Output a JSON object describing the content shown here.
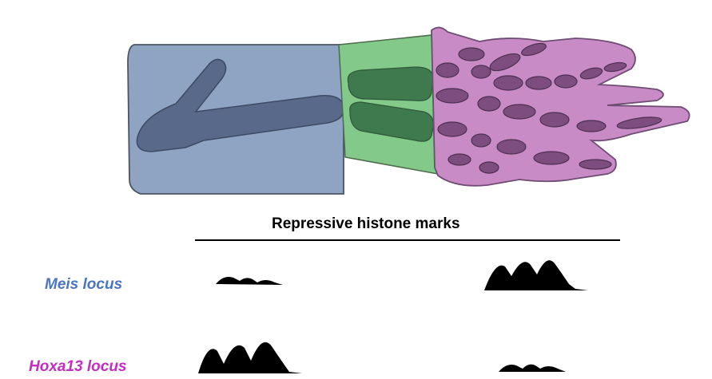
{
  "title": "Repressive histone marks",
  "rows": [
    {
      "label": "Meis locus",
      "color": "#4a74c4",
      "left_signal": "low",
      "right_signal": "high"
    },
    {
      "label": "Hoxa13 locus",
      "color": "#c22ec2",
      "right_signal": "low",
      "left_signal": "high"
    }
  ],
  "limb_colors": {
    "stylopod": "#8fa3c3",
    "zeugopod": "#82c98a",
    "autopod": "#c98bc6"
  }
}
